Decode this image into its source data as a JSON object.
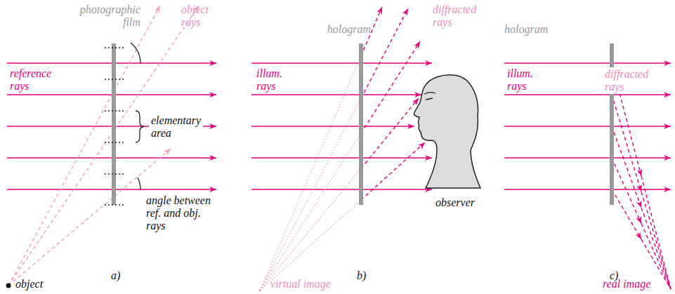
{
  "diagram": {
    "labels": [
      "photographic film",
      "object rays",
      "reference rays",
      "elementary area",
      "angle between ref. and obj. rays",
      "object",
      "a)",
      "hologram",
      "diffracted rays",
      "illum. rays",
      "observer",
      "virtual image",
      "b)",
      "hologram",
      "illum. rays",
      "diffracted rays",
      "real image",
      "c)"
    ]
  }
}
